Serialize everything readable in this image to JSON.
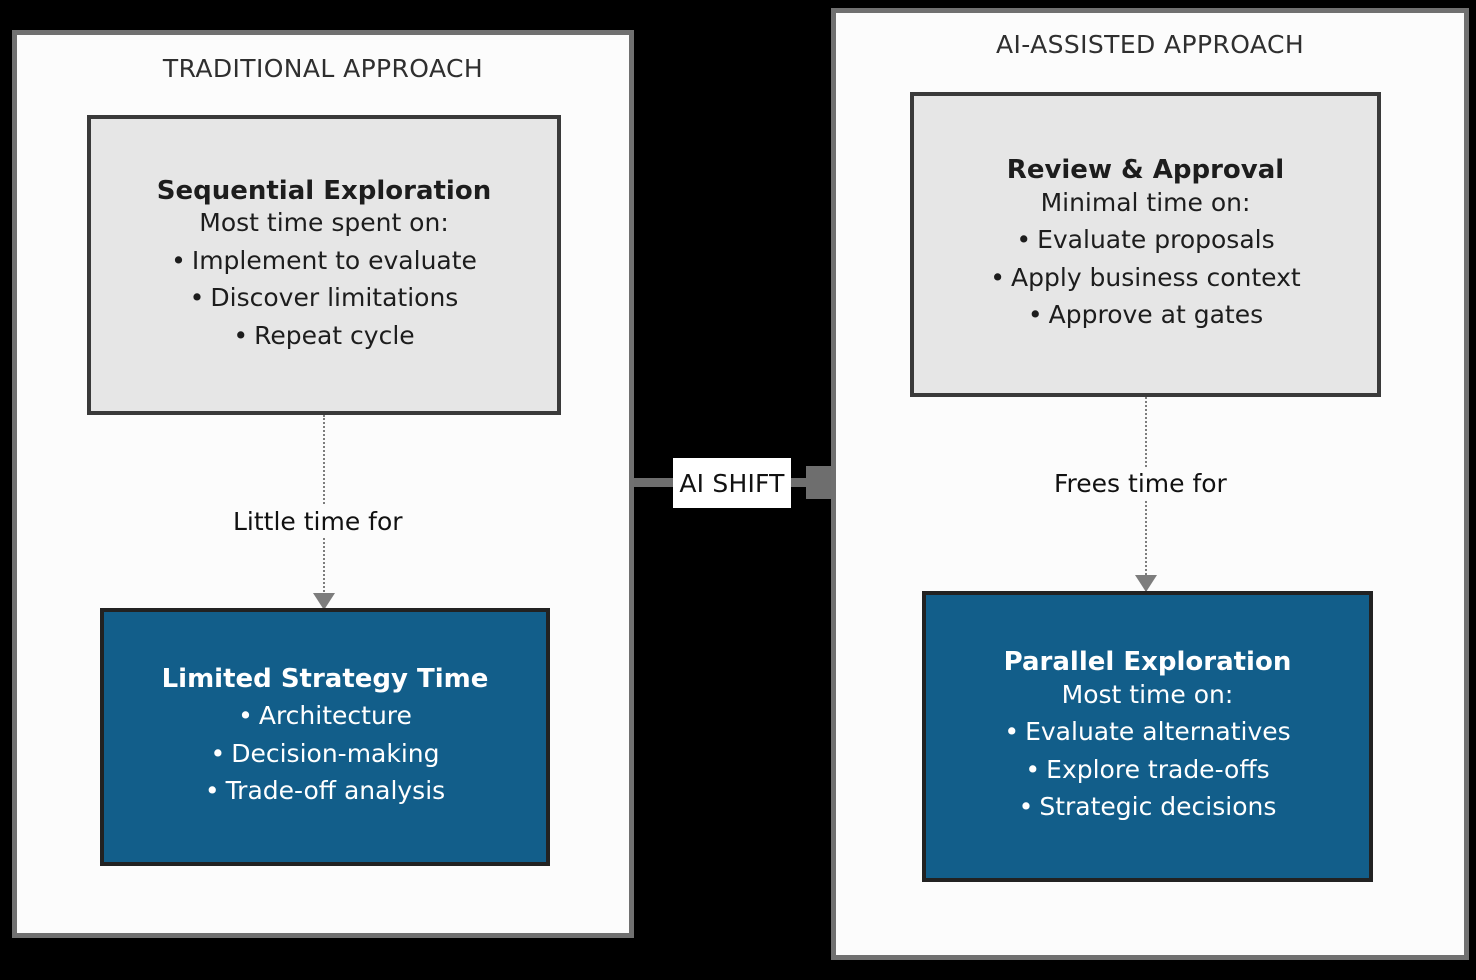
{
  "colors": {
    "background": "#000000",
    "panel_fill": "#FCFCFC",
    "panel_border": "#707070",
    "gray_box_fill": "#E6E6E6",
    "gray_box_border": "#3A3A3A",
    "blue_box_fill": "#125E8A",
    "blue_box_border": "#222222",
    "connector_gray": "#7D7D7D",
    "shift_connector": "#6E6E6E",
    "text_dark": "#1D1D1D",
    "text_light": "#FFFFFF"
  },
  "left_panel": {
    "title": "TRADITIONAL APPROACH",
    "top_box": {
      "heading": "Sequential Exploration",
      "subtitle": "Most time spent on:",
      "items": [
        "Implement to evaluate",
        "Discover limitations",
        "Repeat cycle"
      ]
    },
    "connector_label": "Little time for",
    "bottom_box": {
      "heading": "Limited Strategy Time",
      "subtitle": "",
      "items": [
        "Architecture",
        "Decision-making",
        "Trade-off analysis"
      ]
    }
  },
  "right_panel": {
    "title": "AI-ASSISTED APPROACH",
    "top_box": {
      "heading": "Review & Approval",
      "subtitle": "Minimal time on:",
      "items": [
        "Evaluate proposals",
        "Apply business context",
        "Approve at gates"
      ]
    },
    "connector_label": "Frees time for",
    "bottom_box": {
      "heading": "Parallel Exploration",
      "subtitle": "Most time on:",
      "items": [
        "Evaluate alternatives",
        "Explore trade-offs",
        "Strategic decisions"
      ]
    }
  },
  "center_connector": {
    "label": "AI SHIFT"
  },
  "bullet_glyph": "•"
}
